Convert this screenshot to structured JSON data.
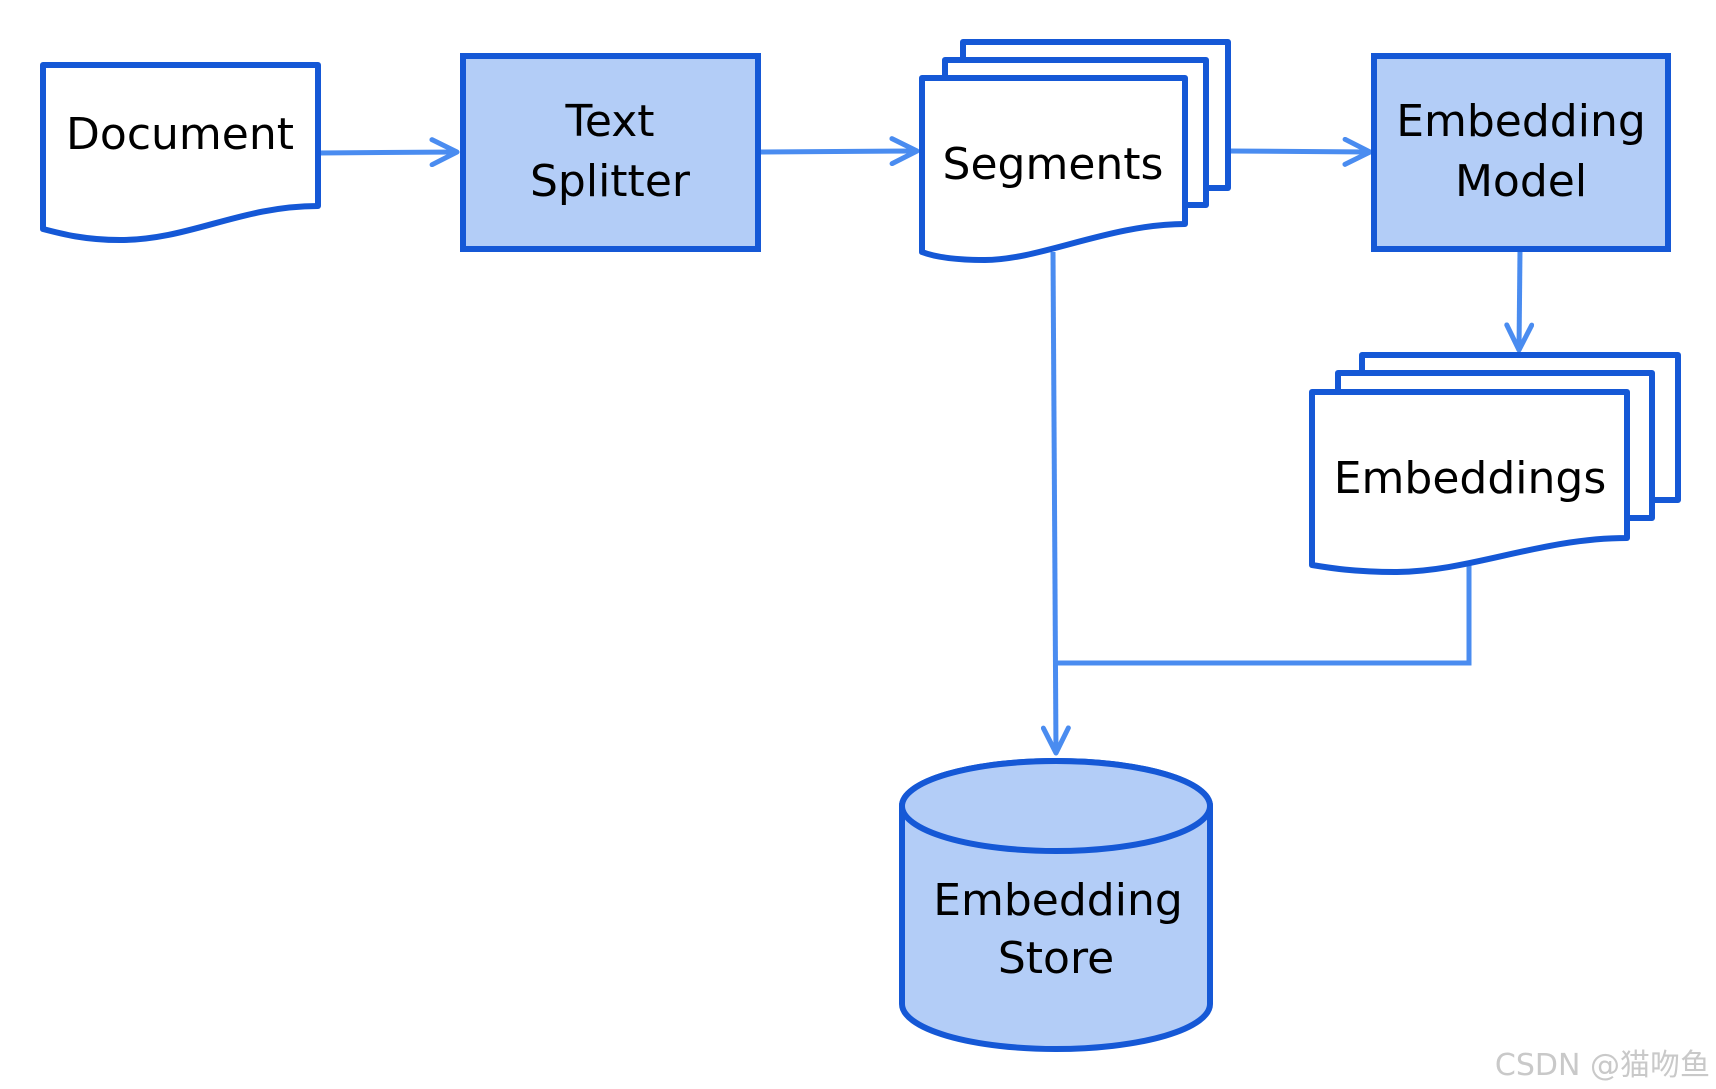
{
  "nodes": {
    "document": {
      "label": "Document"
    },
    "text_splitter": {
      "line1": "Text",
      "line2": "Splitter"
    },
    "segments": {
      "label": "Segments"
    },
    "embedding_model": {
      "line1": "Embedding",
      "line2": "Model"
    },
    "embeddings": {
      "label": "Embeddings"
    },
    "embedding_store": {
      "line1": "Embedding",
      "line2": "Store"
    }
  },
  "watermark": "CSDN @猫吻鱼",
  "colors": {
    "stroke": "#1558d6",
    "fill": "#b3cdf7",
    "arrow": "#4a8cf0",
    "background": "#ffffff"
  }
}
